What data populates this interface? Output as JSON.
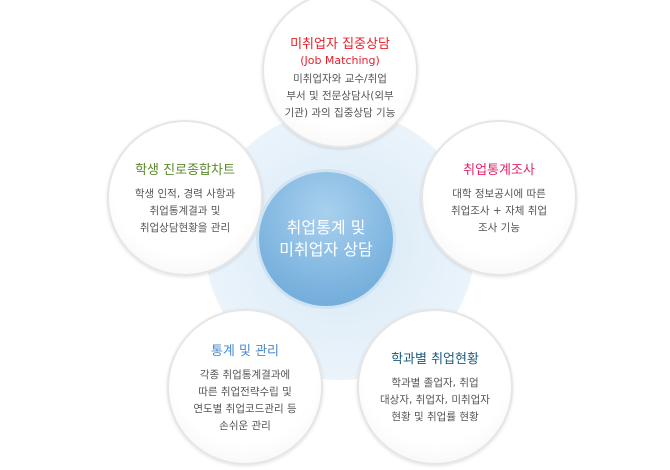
{
  "center": {
    "line1": "취업통계 및",
    "line2": "미취업자 상담"
  },
  "nodes": [
    {
      "title": "미취업자 집중상담",
      "subtitle": "(Job Matching)",
      "desc": "미취업자와 교수/취업\n부서 및 전문상담사(외부\n기관) 과의 집중상담 기능",
      "color": "#e8202a"
    },
    {
      "title": "학생 진로종합차트",
      "desc": "학생 인적, 경력 사항과\n취업통계결과 및\n취업상담현황을 관리",
      "color": "#5a8a2a"
    },
    {
      "title": "취업통계조사",
      "desc": "대학 정보공시에 따른\n취업조사 + 자체 취업\n조사 기능",
      "color": "#e0246a"
    },
    {
      "title": "통계 및 관리",
      "desc": "각종 취업통계결과에\n따른 취업전략수립 및\n연도별 취업코드관리 등\n손쉬운 관리",
      "color": "#4a8ac8"
    },
    {
      "title": "학과별 취업현황",
      "desc": "학과별 졸업자, 취업\n대상자, 취업자, 미취업자\n현황 및 취업률 현황",
      "color": "#1a5a80"
    }
  ]
}
